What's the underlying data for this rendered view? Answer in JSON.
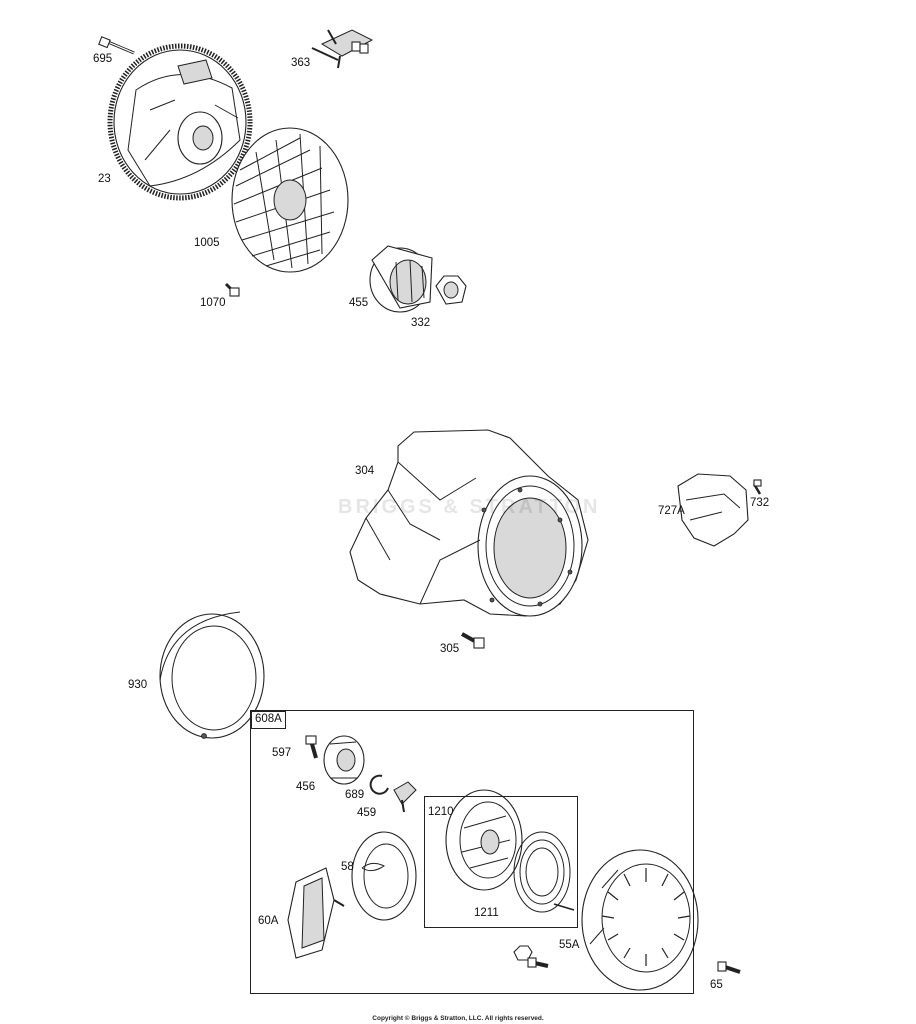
{
  "watermark": "BRIGGS & STRATTON",
  "copyright": "Copyright © Briggs & Stratton, LLC. All rights reserved.",
  "kits": [
    {
      "id": "kit-608A",
      "label": "608A"
    },
    {
      "id": "kit-1210",
      "label": "1210"
    }
  ],
  "parts": [
    {
      "id": "part-695",
      "label": "695",
      "name": "bolt"
    },
    {
      "id": "part-363",
      "label": "363",
      "name": "puller-tool"
    },
    {
      "id": "part-23",
      "label": "23",
      "name": "flywheel"
    },
    {
      "id": "part-1005",
      "label": "1005",
      "name": "fan"
    },
    {
      "id": "part-1070",
      "label": "1070",
      "name": "screw"
    },
    {
      "id": "part-455",
      "label": "455",
      "name": "starter-cup"
    },
    {
      "id": "part-332",
      "label": "332",
      "name": "nut"
    },
    {
      "id": "part-304",
      "label": "304",
      "name": "blower-housing"
    },
    {
      "id": "part-727A",
      "label": "727A",
      "name": "guard"
    },
    {
      "id": "part-732",
      "label": "732",
      "name": "screw"
    },
    {
      "id": "part-305",
      "label": "305",
      "name": "screw"
    },
    {
      "id": "part-930",
      "label": "930",
      "name": "screen-ring"
    },
    {
      "id": "part-597",
      "label": "597",
      "name": "screw"
    },
    {
      "id": "part-456",
      "label": "456",
      "name": "retainer"
    },
    {
      "id": "part-689",
      "label": "689",
      "name": "ring"
    },
    {
      "id": "part-459",
      "label": "459",
      "name": "pawl"
    },
    {
      "id": "part-58",
      "label": "58",
      "name": "spring"
    },
    {
      "id": "part-60A",
      "label": "60A",
      "name": "handle"
    },
    {
      "id": "part-1211",
      "label": "1211",
      "name": "rewind-spring"
    },
    {
      "id": "part-55A",
      "label": "55A",
      "name": "starter-housing"
    },
    {
      "id": "part-65",
      "label": "65",
      "name": "screw"
    }
  ]
}
